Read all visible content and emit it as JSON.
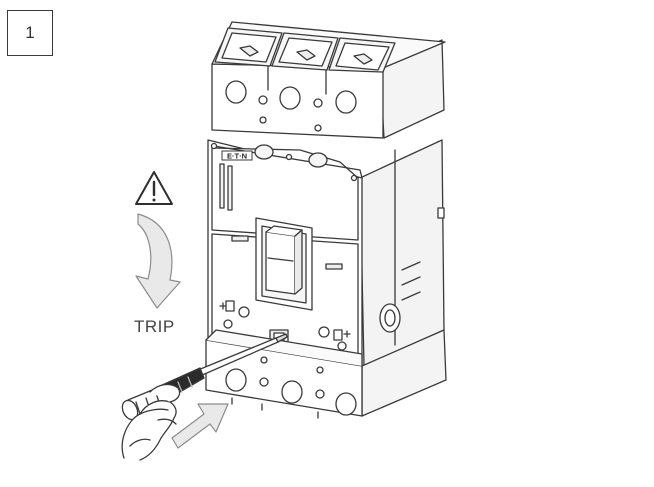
{
  "step": {
    "number": "1"
  },
  "labels": {
    "trip": "TRIP"
  },
  "brand": {
    "logo_text": "E·T·N"
  },
  "colors": {
    "line": "#3a3a3a",
    "arrow_fill": "#e9e9e9",
    "arrow_stroke": "#8c8c8c",
    "body_fill": "#ffffff",
    "shade": "#f2f2f2"
  },
  "icons": {
    "warning": "warning-triangle-icon",
    "rotate_arrow": "curved-down-arrow-icon",
    "push_arrow": "push-arrow-icon",
    "screwdriver": "screwdriver-icon",
    "hand": "hand-icon"
  }
}
